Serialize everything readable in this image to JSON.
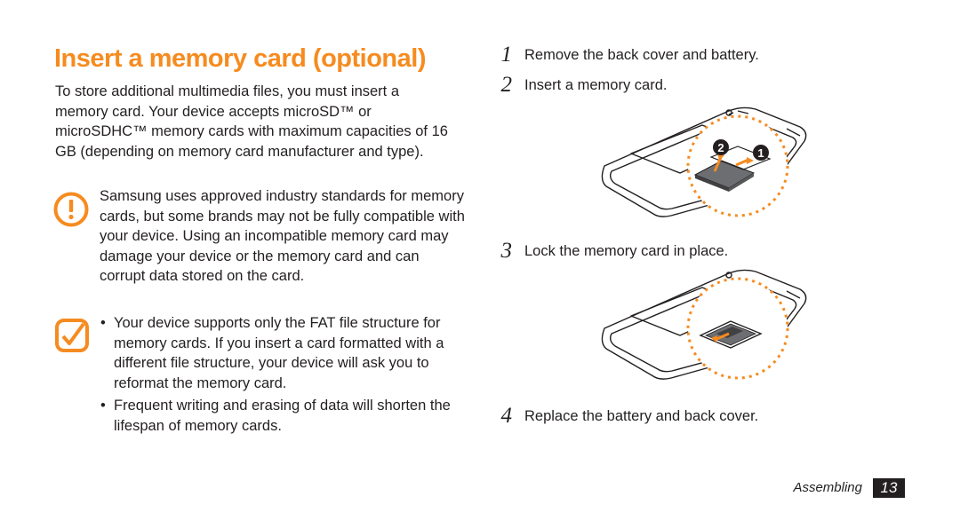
{
  "title": "Insert a memory card (optional)",
  "intro": "To store additional multimedia files, you must insert a memory card. Your device accepts microSD™ or microSDHC™ memory cards with maximum capacities of 16 GB (depending on memory card manufacturer and type).",
  "caution": {
    "icon": "caution-icon",
    "text": "Samsung uses approved industry standards for memory cards, but some brands may not be fully compatible with your device. Using an incompatible memory card may damage your device or the memory card and can corrupt data stored on the card."
  },
  "note": {
    "icon": "note-icon",
    "bullets": [
      "Your device supports only the FAT file structure for memory cards. If you insert a card formatted with a different file structure, your device will ask you to reformat the memory card.",
      "Frequent writing and erasing of data will shorten the lifespan of memory cards."
    ]
  },
  "steps": [
    {
      "num": "1",
      "text": "Remove the back cover and battery."
    },
    {
      "num": "2",
      "text": "Insert a memory card."
    },
    {
      "num": "3",
      "text": "Lock the memory card in place."
    },
    {
      "num": "4",
      "text": "Replace the battery and back cover."
    }
  ],
  "illustration_markers": {
    "first": "1",
    "second": "2"
  },
  "footer": {
    "section": "Assembling",
    "page": "13"
  },
  "colors": {
    "accent": "#f68b1f",
    "text": "#231f20"
  }
}
